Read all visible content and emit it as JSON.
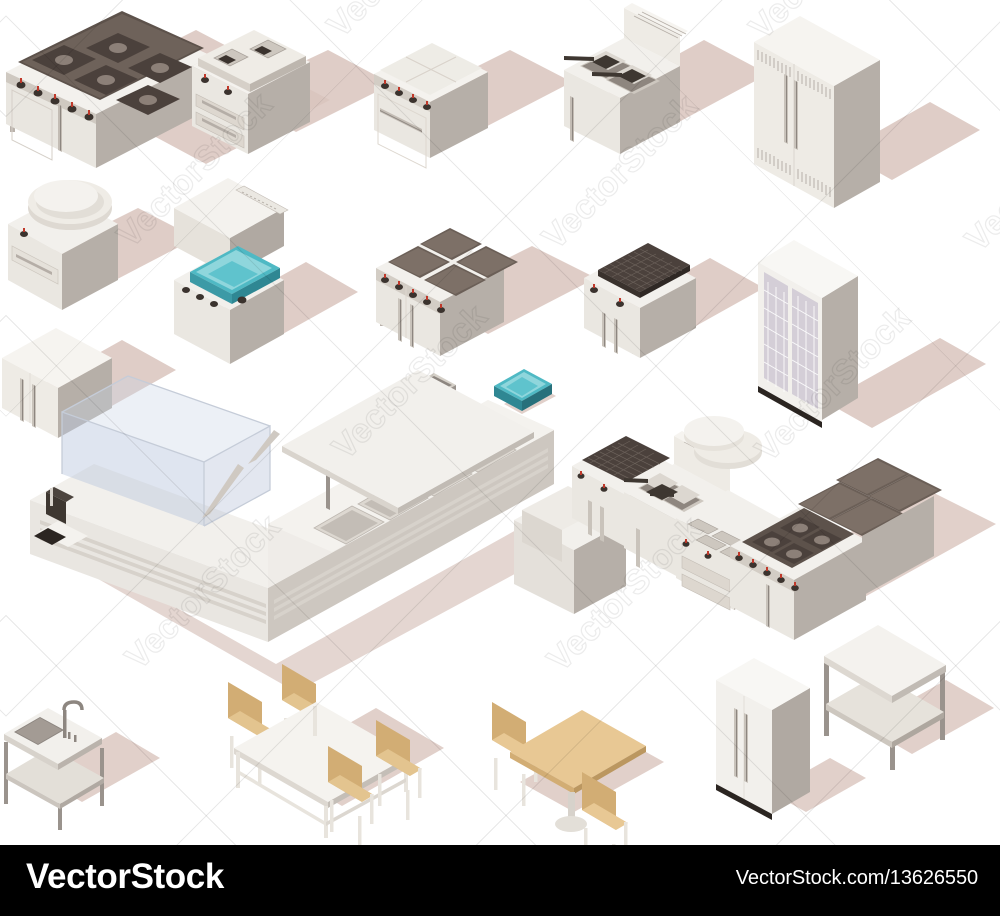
{
  "image": {
    "kind": "isometric-vector-illustration",
    "subject": "Isometric low poly commercial / professional kitchen equipment set",
    "background_color": "#ffffff",
    "shadow_color": "#d9c4bd",
    "metal_light": "#f2f0ec",
    "metal_mid": "#ded9d2",
    "metal_dark": "#b9b2ab",
    "metal_darker": "#9a938d",
    "accent_teal": "#4fb9c4",
    "accent_teal_light": "#8fd6dc",
    "accent_wood": "#d2ad74",
    "accent_wood_light": "#e8c894",
    "grill_dark": "#4b413c",
    "hob_dark": "#6b5f57",
    "glass_blue": "#b9c6de",
    "knob_red": "#c0392b"
  },
  "footer": {
    "brand": "VectorStock",
    "url": "VectorStock.com/13626550",
    "background_color": "#000000",
    "text_color": "#ffffff"
  },
  "watermark": {
    "text": "VectorStock",
    "repeat_count": 9,
    "opacity": "0.075"
  },
  "objects": [
    {
      "id": "gas-range-six-burner",
      "label": "Six burner gas range with oven",
      "row": 1,
      "col": 1
    },
    {
      "id": "double-deck-oven",
      "label": "Double deck convection oven",
      "row": 1,
      "col": 2
    },
    {
      "id": "solid-top-range-oven",
      "label": "Solid top range with oven",
      "row": 1,
      "col": 3
    },
    {
      "id": "deep-fryer-double",
      "label": "Double basket deep fryer",
      "row": 1,
      "col": 4
    },
    {
      "id": "upright-refrigerator-tall",
      "label": "Tall upright refrigerator",
      "row": 1,
      "col": 5
    },
    {
      "id": "tilting-boiling-pan",
      "label": "Tilting boiling pan / bratt pan",
      "row": 2,
      "col": 1
    },
    {
      "id": "dishwasher-hood-type",
      "label": "Hood type pass-through dishwasher",
      "row": 2,
      "col": 2
    },
    {
      "id": "electric-range-four-plate",
      "label": "Four plate electric range with oven",
      "row": 2,
      "col": 3
    },
    {
      "id": "charcoal-char-grill",
      "label": "Char grill / charbroiler",
      "row": 2,
      "col": 4
    },
    {
      "id": "glass-door-refrigerator",
      "label": "Glass door display refrigerator",
      "row": 2,
      "col": 5
    },
    {
      "id": "base-cabinet",
      "label": "Stainless base cabinet",
      "row": 3,
      "col": 1
    },
    {
      "id": "saute-pan",
      "label": "Saute pan with handle",
      "row": 3,
      "col": 2
    },
    {
      "id": "gastronorm-tray",
      "label": "Teal gastronorm tray",
      "row": 3,
      "col": 3
    },
    {
      "id": "serving-counter-island",
      "label": "L-shaped buffet serving counter with sneeze guard",
      "row": 4,
      "col": 1
    },
    {
      "id": "cook-line-suite",
      "label": "Cooking suite: char grill, fryer, oven range, gas range",
      "row": 4,
      "col": 2
    },
    {
      "id": "prep-sink-table",
      "label": "Prep sink table with faucet",
      "row": 5,
      "col": 1
    },
    {
      "id": "dining-table-rectangular",
      "label": "Rectangular dining table with four chairs",
      "row": 5,
      "col": 2
    },
    {
      "id": "dining-table-square",
      "label": "Square dining table with two chairs",
      "row": 5,
      "col": 3
    },
    {
      "id": "upright-refrigerator",
      "label": "Upright refrigerator",
      "row": 5,
      "col": 4
    },
    {
      "id": "work-table-shelf",
      "label": "Stainless work table with undershelf",
      "row": 5,
      "col": 5
    }
  ]
}
